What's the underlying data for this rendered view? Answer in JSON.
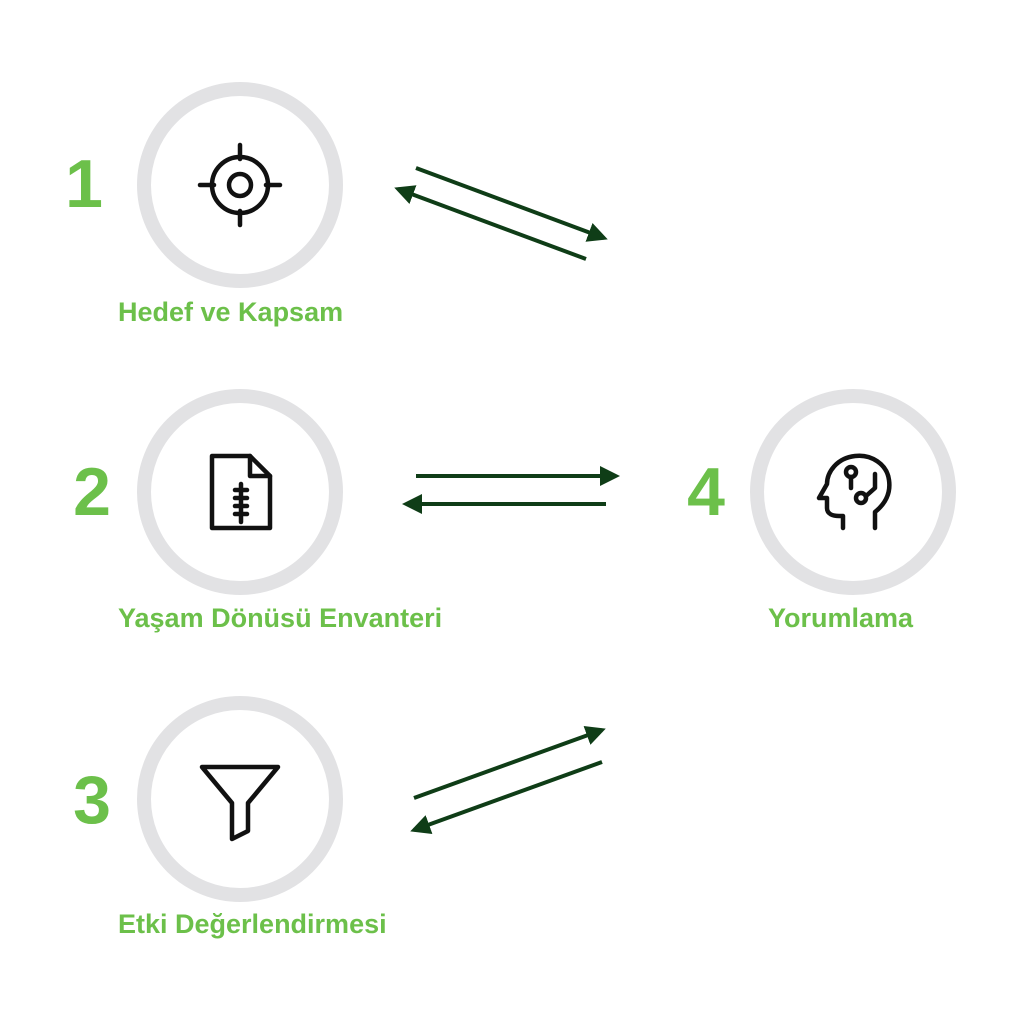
{
  "colors": {
    "accent": "#6cc04a",
    "ring": "#e2e2e4",
    "arrow": "#0f3d17",
    "icon": "#111111"
  },
  "steps": [
    {
      "number": "1",
      "label": "Hedef ve Kapsam",
      "icon": "target-icon"
    },
    {
      "number": "2",
      "label": "Yaşam Dönüsü Envanteri",
      "icon": "document-zipper-icon"
    },
    {
      "number": "3",
      "label": "Etki Değerlendirmesi",
      "icon": "funnel-icon"
    },
    {
      "number": "4",
      "label": "Yorumlama",
      "icon": "brain-head-icon"
    }
  ]
}
